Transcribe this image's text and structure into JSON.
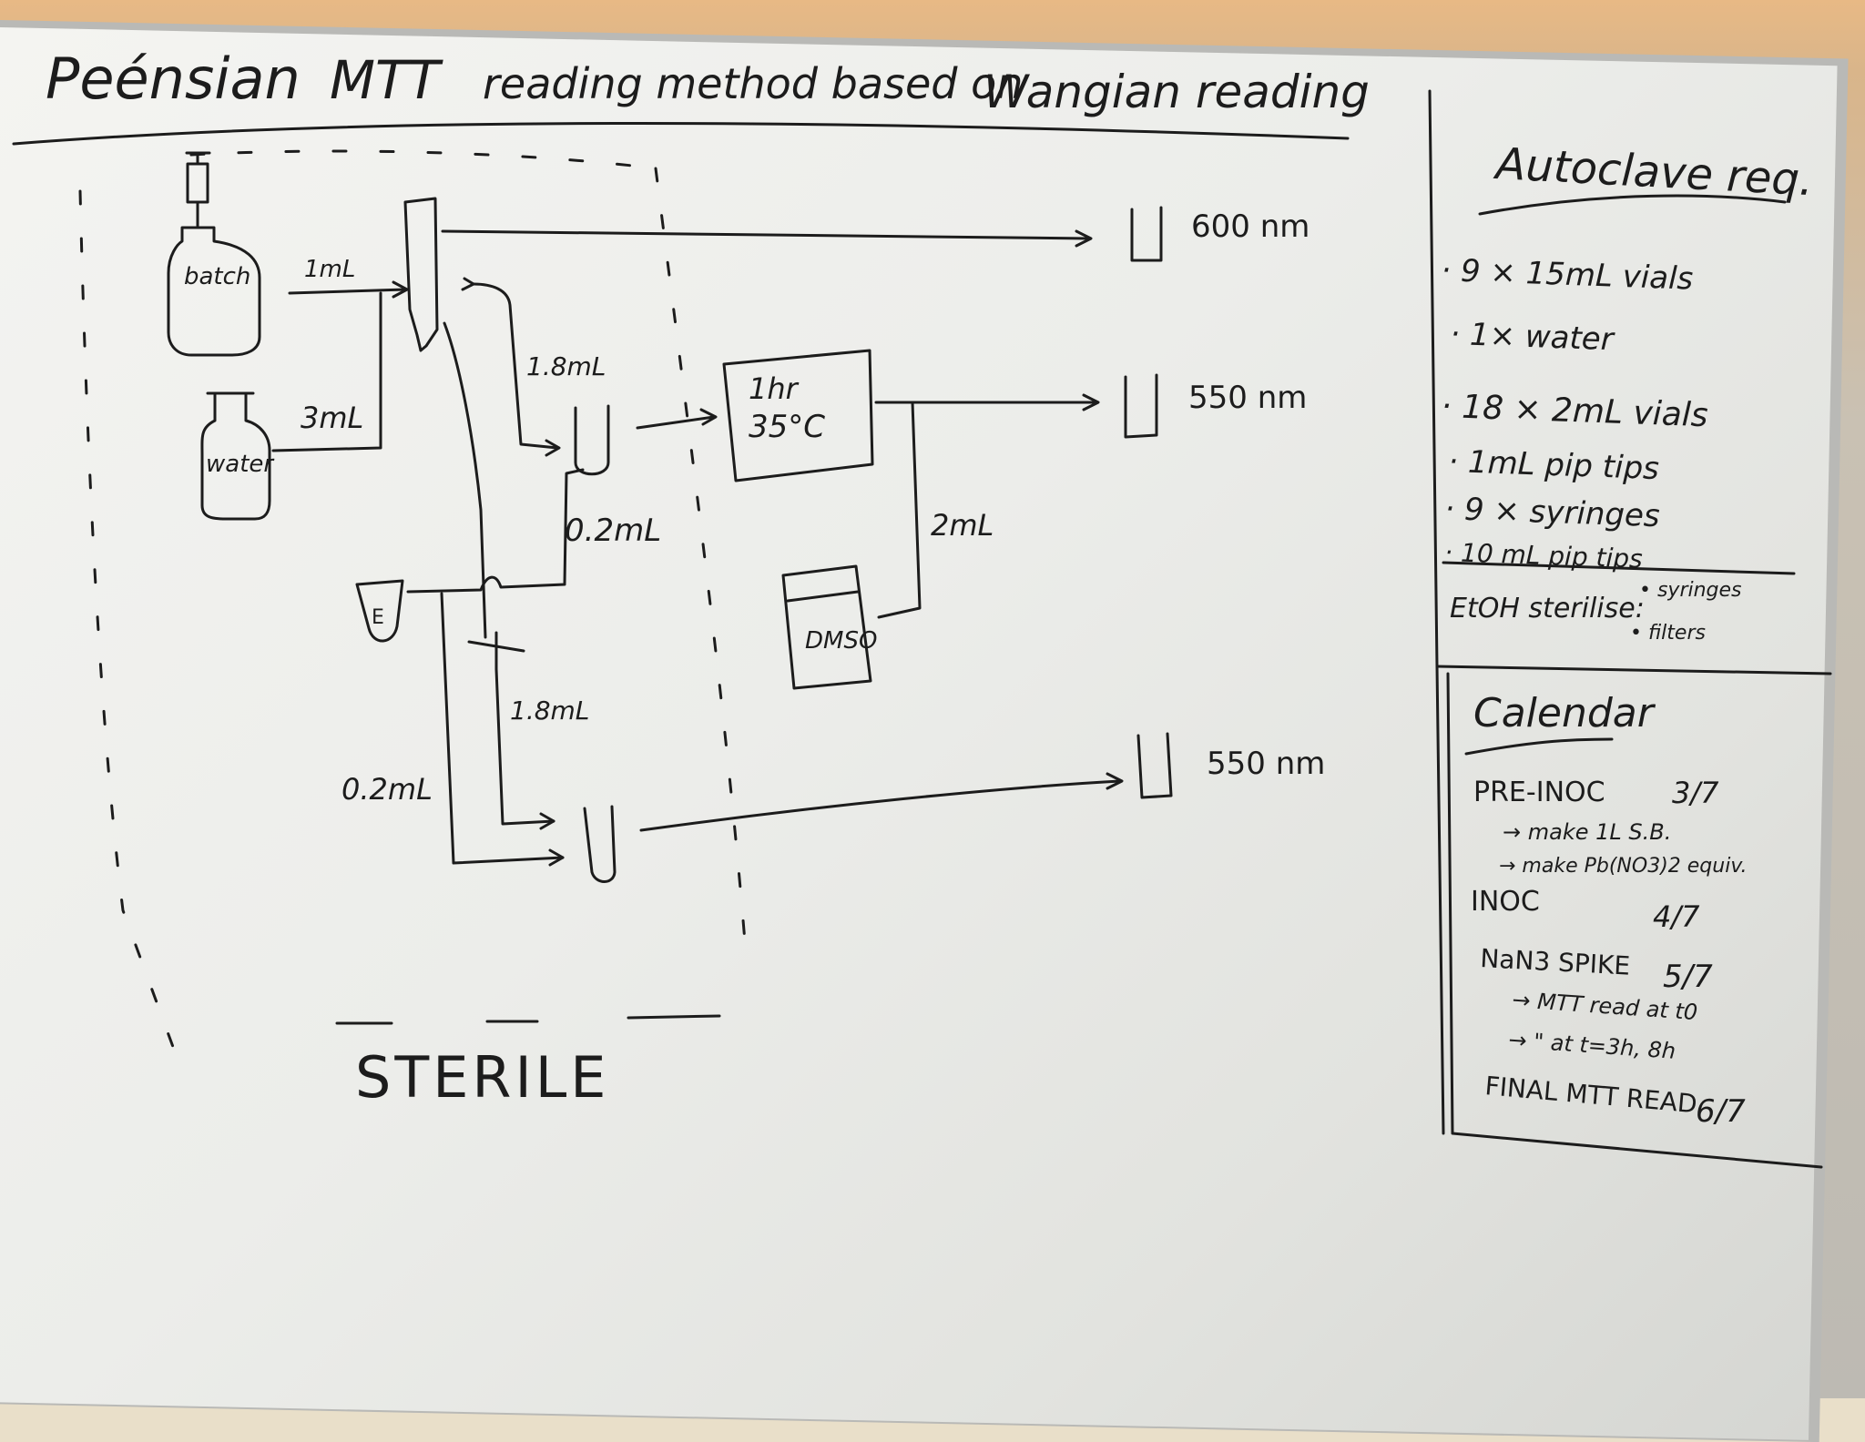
{
  "title": {
    "part1": "Peénsian",
    "part2": "MTT",
    "part3": "reading method based on",
    "part4": "Wangian reading"
  },
  "diagram": {
    "batch": "batch",
    "water": "water",
    "vol_1ml": "1mL",
    "vol_3ml": "3mL",
    "vol_1_8ml_top": "1.8mL",
    "vol_0_2ml_top": "0.2mL",
    "vol_1_8ml_bottom": "1.8mL",
    "vol_0_2ml_bottom": "0.2mL",
    "vol_2ml": "2mL",
    "incubator_time": "1hr",
    "incubator_temp": "35°C",
    "dmso": "DMSO",
    "eppendorf_label": "E",
    "reading_600": "600 nm",
    "reading_550_top": "550 nm",
    "reading_550_bottom": "550 nm",
    "sterile": "STERILE"
  },
  "autoclave": {
    "heading": "Autoclave req.",
    "items": [
      "· 9 × 15mL vials",
      "· 1× water",
      "· 18 × 2mL vials",
      "· 1mL pip tips",
      "· 9 × syringes",
      "· 10 mL pip tips"
    ],
    "etoh_label": "EtOH sterilise:",
    "etoh_items": [
      "• syringes",
      "• filters"
    ]
  },
  "calendar": {
    "heading": "Calendar",
    "pre_inoc": "PRE-INOC",
    "pre_inoc_date": "3/7",
    "pre_inoc_step1": "→ make 1L S.B.",
    "pre_inoc_step2": "→ make Pb(NO3)2 equiv.",
    "inoc": "INOC",
    "inoc_date": "4/7",
    "spike": "NaN3 SPIKE",
    "spike_date": "5/7",
    "spike_step1": "→ MTT read at t0",
    "spike_step2": "→ \" at t=3h, 8h",
    "final": "FINAL MTT READ",
    "final_date": "6/7"
  }
}
